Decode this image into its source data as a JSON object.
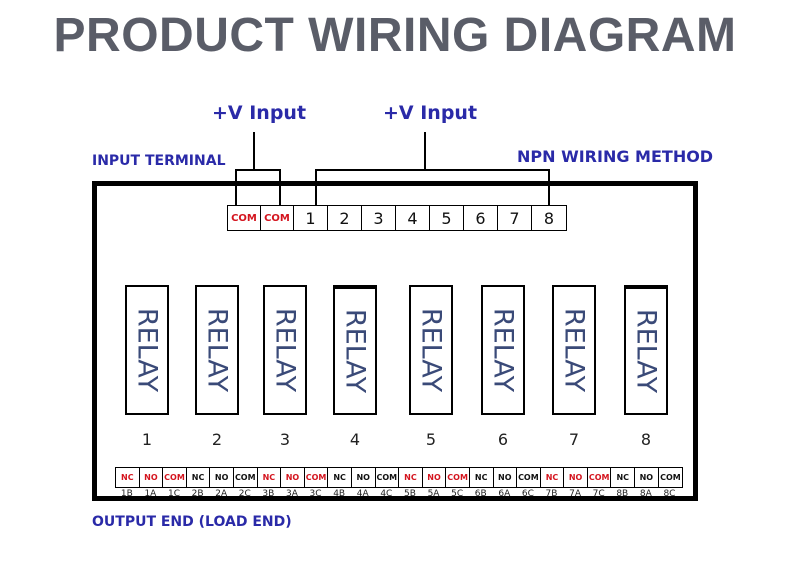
{
  "title": "PRODUCT WIRING DIAGRAM",
  "labels": {
    "v_input_left": "+V Input",
    "v_input_right": "+V Input",
    "input_terminal": "INPUT TERMINAL",
    "npn_method": "NPN WIRING METHOD",
    "output_end": "OUTPUT END (LOAD END)"
  },
  "input_terminals": [
    "COM",
    "COM",
    "1",
    "2",
    "3",
    "4",
    "5",
    "6",
    "7",
    "8"
  ],
  "relays": [
    {
      "text": "RELAY",
      "number": "1"
    },
    {
      "text": "RELAY",
      "number": "2"
    },
    {
      "text": "RELAY",
      "number": "3"
    },
    {
      "text": "RELAY",
      "number": "4"
    },
    {
      "text": "RELAY",
      "number": "5"
    },
    {
      "text": "RELAY",
      "number": "6"
    },
    {
      "text": "RELAY",
      "number": "7"
    },
    {
      "text": "RELAY",
      "number": "8"
    }
  ],
  "output_terminals": [
    "NC",
    "NO",
    "COM",
    "NC",
    "NO",
    "COM",
    "NC",
    "NO",
    "COM",
    "NC",
    "NO",
    "COM",
    "NC",
    "NO",
    "COM",
    "NC",
    "NO",
    "COM",
    "NC",
    "NO",
    "COM",
    "NC",
    "NO",
    "COM"
  ],
  "output_labels": [
    "1B",
    "1A",
    "1C",
    "2B",
    "2A",
    "2C",
    "3B",
    "3A",
    "3C",
    "4B",
    "4A",
    "4C",
    "5B",
    "5A",
    "5C",
    "6B",
    "6A",
    "6C",
    "7B",
    "7A",
    "7C",
    "8B",
    "8A",
    "8C"
  ],
  "colors": {
    "title": "#5a5d68",
    "label_blue": "#2a2aa8",
    "com_red": "#d4141e",
    "relay_text": "#3a4a78"
  }
}
